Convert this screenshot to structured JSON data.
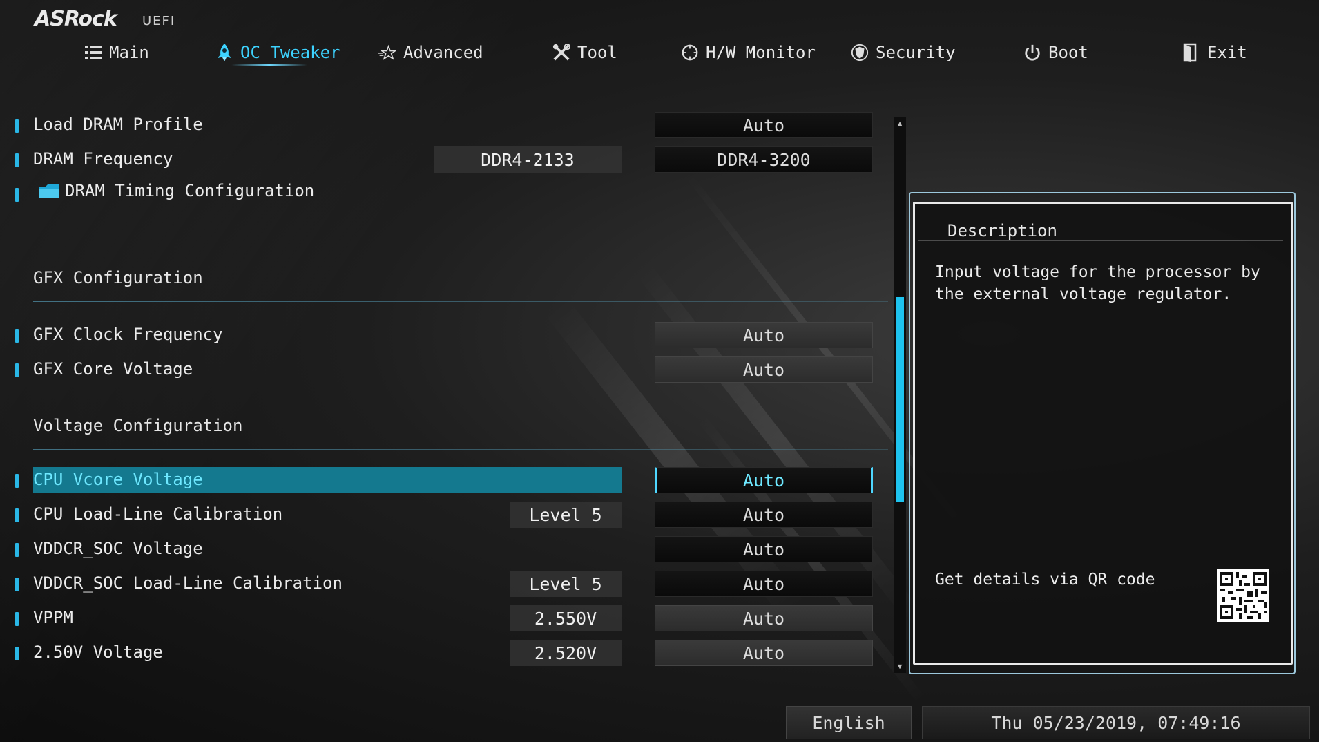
{
  "header": {
    "brand": "ASRock",
    "brand_sub": "UEFI"
  },
  "nav": {
    "tabs": [
      {
        "label": "Main",
        "icon": "list-icon"
      },
      {
        "label": "OC Tweaker",
        "icon": "rocket-icon",
        "active": true
      },
      {
        "label": "Advanced",
        "icon": "star-icon"
      },
      {
        "label": "Tool",
        "icon": "tools-icon"
      },
      {
        "label": "H/W Monitor",
        "icon": "monitor-icon"
      },
      {
        "label": "Security",
        "icon": "shield-icon"
      },
      {
        "label": "Boot",
        "icon": "power-icon"
      },
      {
        "label": "Exit",
        "icon": "exit-icon"
      }
    ]
  },
  "settings": {
    "load_dram_profile": {
      "label": "Load DRAM Profile",
      "value": "Auto"
    },
    "dram_frequency": {
      "label": "DRAM Frequency",
      "current": "DDR4-2133",
      "value": "DDR4-3200"
    },
    "dram_timing": {
      "label": "DRAM Timing Configuration"
    },
    "gfx_section": "GFX Configuration",
    "gfx_clock": {
      "label": "GFX Clock Frequency",
      "value": "Auto"
    },
    "gfx_voltage": {
      "label": "GFX Core Voltage",
      "value": "Auto"
    },
    "voltage_section": "Voltage Configuration",
    "cpu_vcore": {
      "label": "CPU Vcore Voltage",
      "value": "Auto"
    },
    "cpu_llc": {
      "label": "CPU Load-Line Calibration",
      "current": "Level 5",
      "value": "Auto"
    },
    "vddcr_soc": {
      "label": "VDDCR_SOC Voltage",
      "value": "Auto"
    },
    "vddcr_soc_llc": {
      "label": "VDDCR_SOC Load-Line Calibration",
      "current": "Level 5",
      "value": "Auto"
    },
    "vppm": {
      "label": "VPPM",
      "current": "2.550V",
      "value": "Auto"
    },
    "v250": {
      "label": "2.50V Voltage",
      "current": "2.520V",
      "value": "Auto"
    }
  },
  "description": {
    "title": "Description",
    "text": "Input voltage for the processor by the external voltage regulator.",
    "qr_label": "Get details via QR code"
  },
  "footer": {
    "language": "English",
    "datetime": "Thu 05/23/2019, 07:49:16"
  },
  "colors": {
    "accent": "#3dd3ff",
    "selected_row": "#14798f",
    "marker": "#2ab7e6"
  }
}
